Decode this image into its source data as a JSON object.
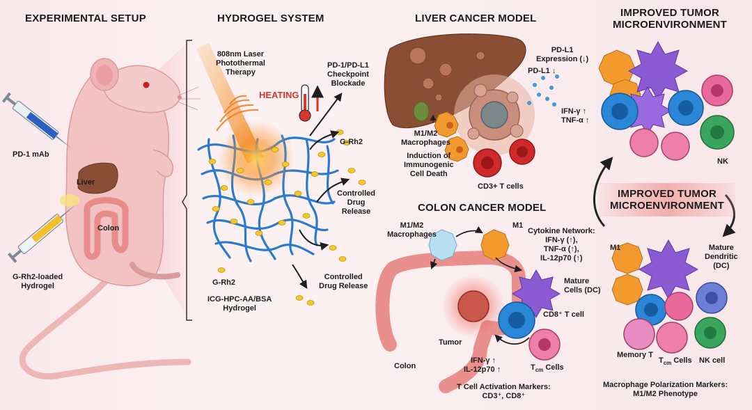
{
  "sections": {
    "experimental_setup": "EXPERIMENTAL SETUP",
    "hydrogel_system": "HYDROGEL SYSTEM",
    "liver_cancer_model": "LIVER CANCER MODEL",
    "colon_cancer_model": "COLON CANCER MODEL",
    "improved_tme_line1": "IMPROVED TUMOR",
    "improved_tme_line2": "MICROENVIRONMENT"
  },
  "setup": {
    "pd1": "PD-1 mAb",
    "liver": "Liver",
    "colon": "Colon",
    "hydrogel_line1": "G-Rh2-loaded",
    "hydrogel_line2": "Hydrogel"
  },
  "hydrogel": {
    "laser_line1": "808nm Laser",
    "laser_line2": "Photothermal",
    "laser_line3": "Therapy",
    "heating": "HEATING",
    "checkpoint_line1": "PD-1/PD-L1",
    "checkpoint_line2": "Checkpoint",
    "checkpoint_line3": "Blockade",
    "grh2_top": "G-Rh2",
    "controlled1_line1": "Controlled",
    "controlled1_line2": "Drug",
    "controlled1_line3": "Release",
    "grh2_bottom": "G-Rh2",
    "controlled2_line1": "Controlled",
    "controlled2_line2": "Drug Release",
    "gel_line1": "ICG-HPC-AA/BSA",
    "gel_line2": "Hydrogel"
  },
  "liver": {
    "pdl1_expr_line1": "PD-L1",
    "pdl1_expr_line2": "Expression (↓)",
    "pdl1": "PD-L1 ↓",
    "ifn": "IFN-γ ↑",
    "tnf": "TNF-α ↑",
    "m1m2_line1": "M1/M2",
    "m1m2_line2": "Macrophages",
    "icd_line1": "Induction of",
    "icd_line2": "Immunogenic",
    "icd_line3": "Cell Death",
    "cd3": "CD3+ T cells"
  },
  "colon": {
    "m1m2_line1": "M1/M2",
    "m1m2_line2": "Macrophages",
    "m1": "M1",
    "cyto_line1": "Cytokine Network:",
    "cyto_line2": "IFN-γ (↑),",
    "cyto_line3": "TNF-α (↑),",
    "cyto_line4": "IL-12p70 (↑)",
    "mature_line1": "Mature",
    "mature_line2": "Cells (DC)",
    "cd8": "CD8⁺ T cell",
    "tumor": "Tumor",
    "colon": "Colon",
    "ifn": "IFN-γ ↑",
    "il12": "IL-12p70 ↑",
    "tcm_T": "T",
    "tcm_sub": "cm",
    "tcm_rest": " Cells",
    "markers_line1": "T Cell Activation Markers:",
    "markers_line2": "CD3⁺, CD8⁺"
  },
  "tme": {
    "nk_top": "NK",
    "m1": "M1",
    "mature_line1": "Mature",
    "mature_line2": "Dendritic",
    "mature_line3": "(DC)",
    "memory": "Memory T",
    "tcm_T": "T",
    "tcm_sub": "cm",
    "tcm_rest": " Cells",
    "nk_cell": "NK cell",
    "markers_line1": "Macrophage Polarization Markers:",
    "markers_line2": "M1/M2 Phenotype"
  },
  "colors": {
    "body_pink": "#f2c3c2",
    "liver_brown": "#8a4e35",
    "fiber_blue": "#2a7bd0",
    "drug_yellow": "#f3c82b",
    "laser_orange": "#f28a25",
    "macrophage_orange": "#f39a2f",
    "t_cell_blue": "#2a86d6",
    "dc_purple": "#8c5ad3",
    "nk_green": "#3aa55c",
    "effector_pink": "#e86a9a",
    "t_cell_red": "#cf2a2a",
    "accent_red": "#d9352b"
  }
}
